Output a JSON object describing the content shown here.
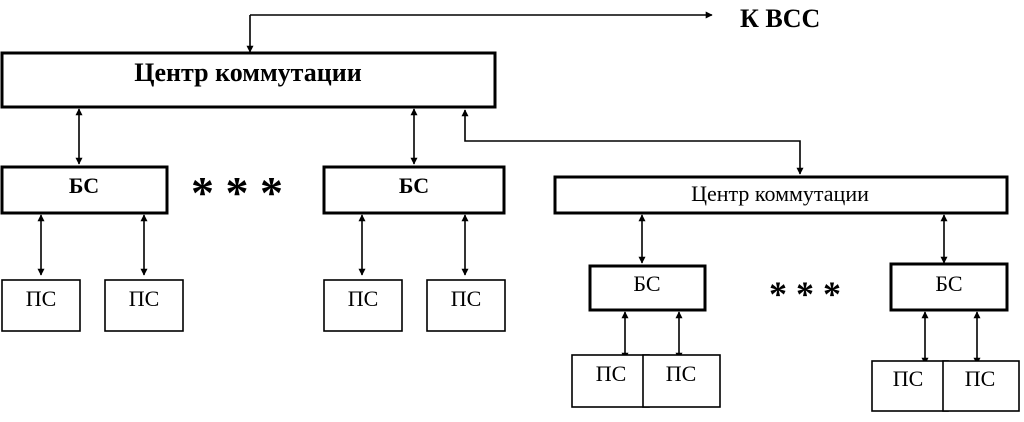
{
  "external_label": "К  ВСС",
  "main_center": {
    "label": "Центр коммутации"
  },
  "bs_left": {
    "label": "БС"
  },
  "bs_middle": {
    "label": "БС"
  },
  "separator_main": "*  *  *",
  "ps_label": "ПС",
  "sub_center": {
    "label": "Центр коммутации"
  },
  "bs_sub_left": {
    "label": "БС"
  },
  "bs_sub_right": {
    "label": "БС"
  },
  "separator_sub": "*    *    *"
}
